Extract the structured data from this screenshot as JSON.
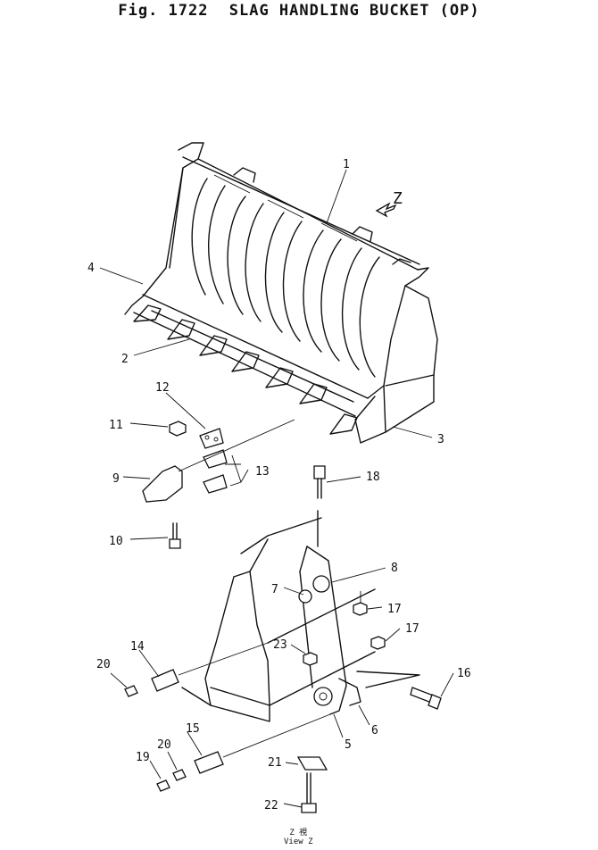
{
  "figure": {
    "number_label": "Fig. 1722",
    "title": "SLAG HANDLING BUCKET (OP)"
  },
  "z_arrow_label": "Z",
  "view_caption": {
    "line1": "Z 視",
    "line2": "View Z"
  },
  "callouts": [
    {
      "id": "c1",
      "text": "1"
    },
    {
      "id": "c2",
      "text": "2"
    },
    {
      "id": "c3",
      "text": "3"
    },
    {
      "id": "c4",
      "text": "4"
    },
    {
      "id": "c5",
      "text": "5"
    },
    {
      "id": "c6",
      "text": "6"
    },
    {
      "id": "c7",
      "text": "7"
    },
    {
      "id": "c8",
      "text": "8"
    },
    {
      "id": "c9",
      "text": "9"
    },
    {
      "id": "c10",
      "text": "10"
    },
    {
      "id": "c11",
      "text": "11"
    },
    {
      "id": "c12",
      "text": "12"
    },
    {
      "id": "c13",
      "text": "13"
    },
    {
      "id": "c14",
      "text": "14"
    },
    {
      "id": "c15",
      "text": "15"
    },
    {
      "id": "c16",
      "text": "16"
    },
    {
      "id": "c17a",
      "text": "17"
    },
    {
      "id": "c17b",
      "text": "17"
    },
    {
      "id": "c18",
      "text": "18"
    },
    {
      "id": "c19",
      "text": "19"
    },
    {
      "id": "c20a",
      "text": "20"
    },
    {
      "id": "c20b",
      "text": "20"
    },
    {
      "id": "c21",
      "text": "21"
    },
    {
      "id": "c22",
      "text": "22"
    },
    {
      "id": "c23",
      "text": "23"
    }
  ]
}
